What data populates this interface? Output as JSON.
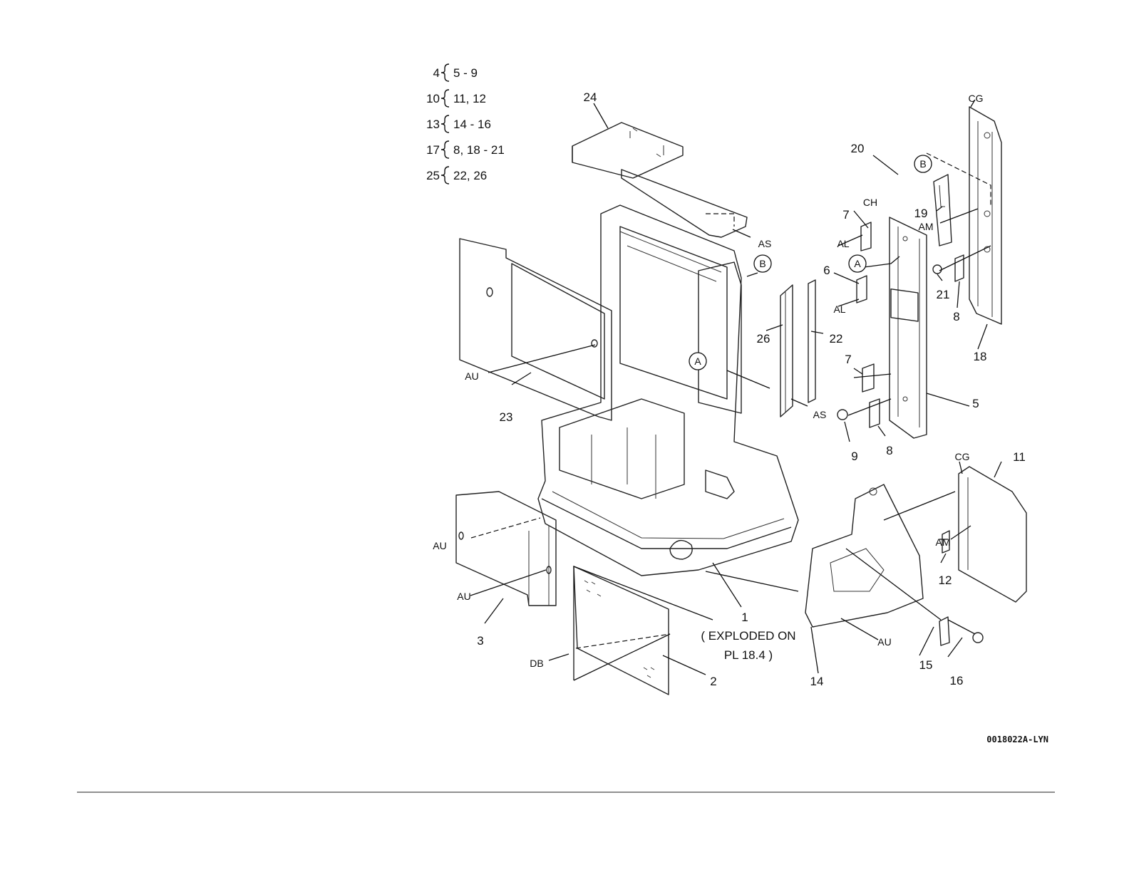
{
  "legend": [
    {
      "parent": "4",
      "children": "5 - 9"
    },
    {
      "parent": "10",
      "children": "11, 12"
    },
    {
      "parent": "13",
      "children": "14 - 16"
    },
    {
      "parent": "17",
      "children": "8, 18 - 21"
    },
    {
      "parent": "25",
      "children": "22, 26"
    }
  ],
  "part_labels": {
    "p1": "1",
    "p2": "2",
    "p3": "3",
    "p5": "5",
    "p6": "6",
    "p7a": "7",
    "p7b": "7",
    "p8a": "8",
    "p8b": "8",
    "p9": "9",
    "p11": "11",
    "p12": "12",
    "p14": "14",
    "p15": "15",
    "p16": "16",
    "p18": "18",
    "p19": "19",
    "p20": "20",
    "p21": "21",
    "p22": "22",
    "p23": "23",
    "p24": "24",
    "p26": "26"
  },
  "ref_labels": {
    "au1": "AU",
    "au2": "AU",
    "au3": "AU",
    "au4": "AU",
    "as1": "AS",
    "as2": "AS",
    "al1": "AL",
    "al2": "AL",
    "am1": "AM",
    "am2": "AM",
    "cg1": "CG",
    "cg2": "CG",
    "ch": "CH",
    "db": "DB"
  },
  "callouts": {
    "a1": "A",
    "a2": "A",
    "b1": "B",
    "b2": "B"
  },
  "note": {
    "line1": "( EXPLODED ON",
    "line2": "PL 18.4 )"
  },
  "drawing_code": "0018022A-LYN"
}
